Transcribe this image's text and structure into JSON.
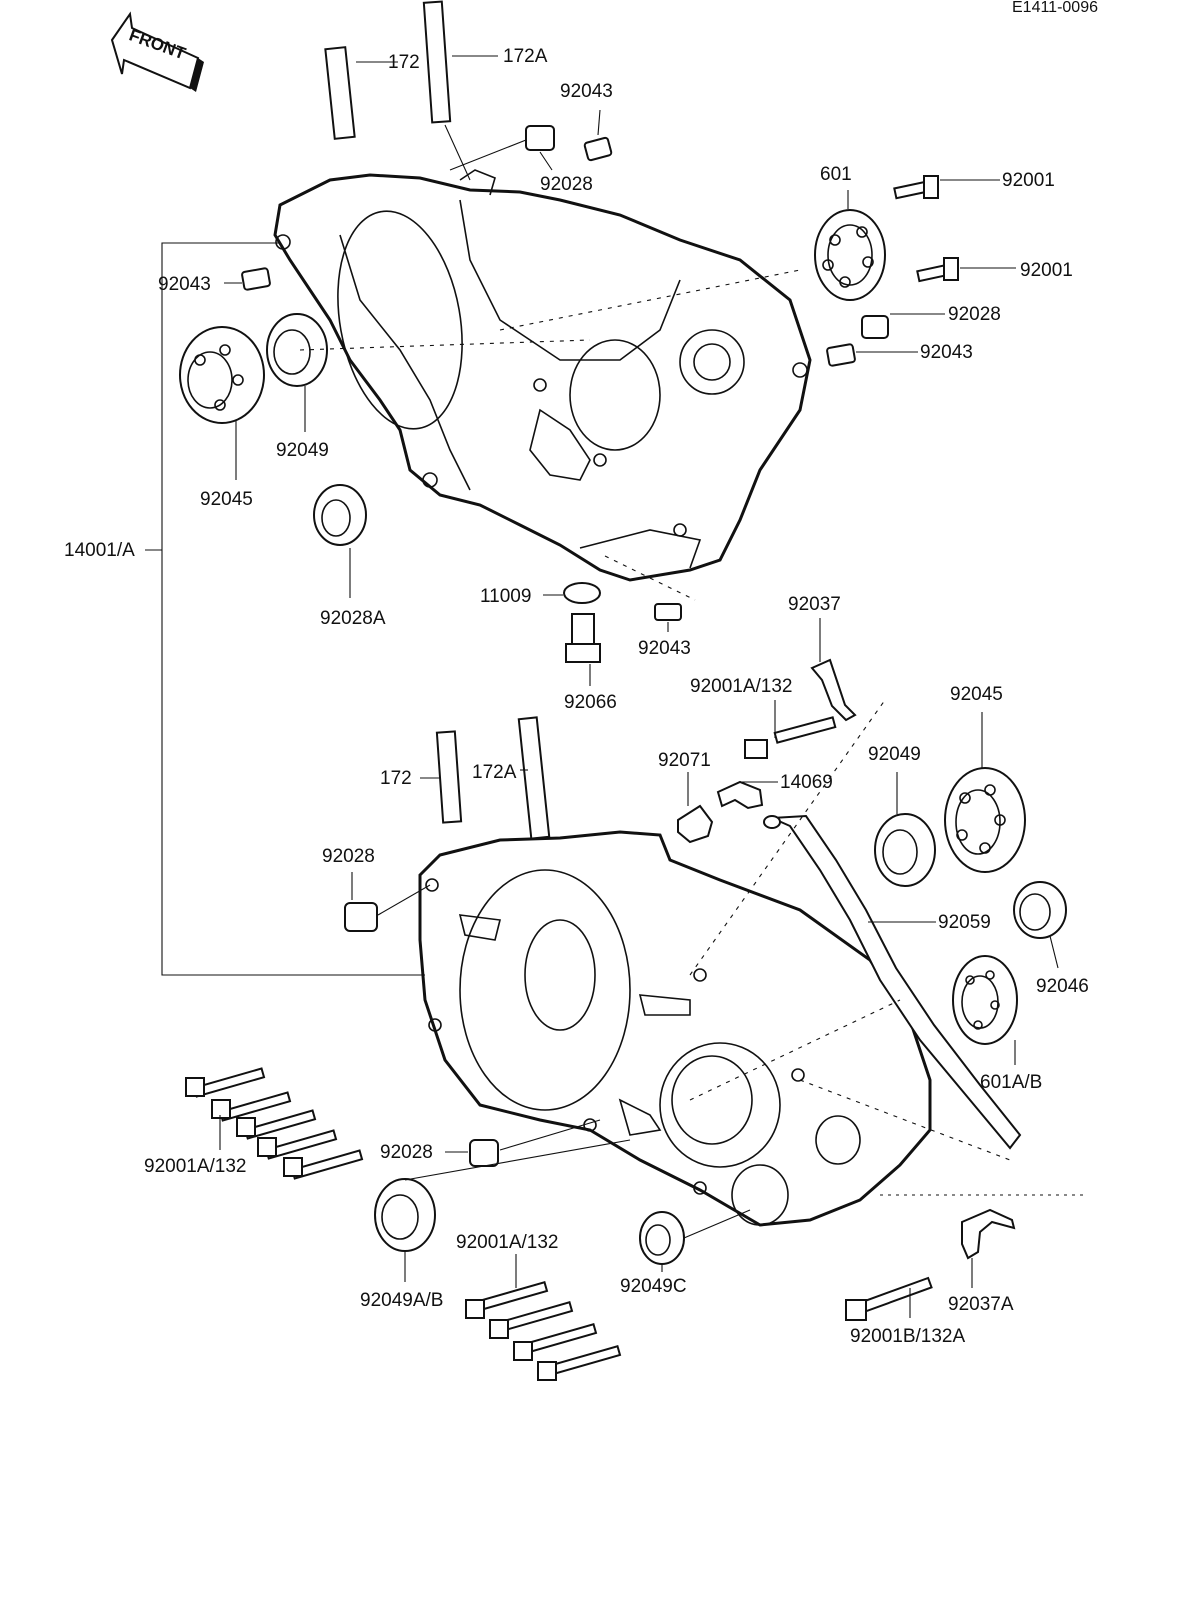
{
  "diagram": {
    "code": "E1411-0096",
    "front_label": "FRONT",
    "labels": {
      "p172_top": "172",
      "p172A_top": "172A",
      "p92043_top": "92043",
      "p92028_top": "92028",
      "p601": "601",
      "p92001_a": "92001",
      "p92001_b": "92001",
      "p92028_r": "92028",
      "p92043_r": "92043",
      "p92043_l": "92043",
      "p92049_l": "92049",
      "p92045_l": "92045",
      "p14001": "14001/A",
      "p92028A": "92028A",
      "p11009": "11009",
      "p92043_b": "92043",
      "p92066": "92066",
      "p92037": "92037",
      "p92001A_132_a": "92001A/132",
      "p92045_r": "92045",
      "p92049_r": "92049",
      "p92071": "92071",
      "p14069": "14069",
      "p172_low": "172",
      "p172A_low": "172A",
      "p92028_low": "92028",
      "p92059": "92059",
      "p92046": "92046",
      "p601AB": "601A/B",
      "p92001A_132_b": "92001A/132",
      "p92028_low2": "92028",
      "p92001A_132_c": "92001A/132",
      "p92049AB": "92049A/B",
      "p92049C": "92049C",
      "p92037A": "92037A",
      "p92001B": "92001B/132A"
    }
  }
}
